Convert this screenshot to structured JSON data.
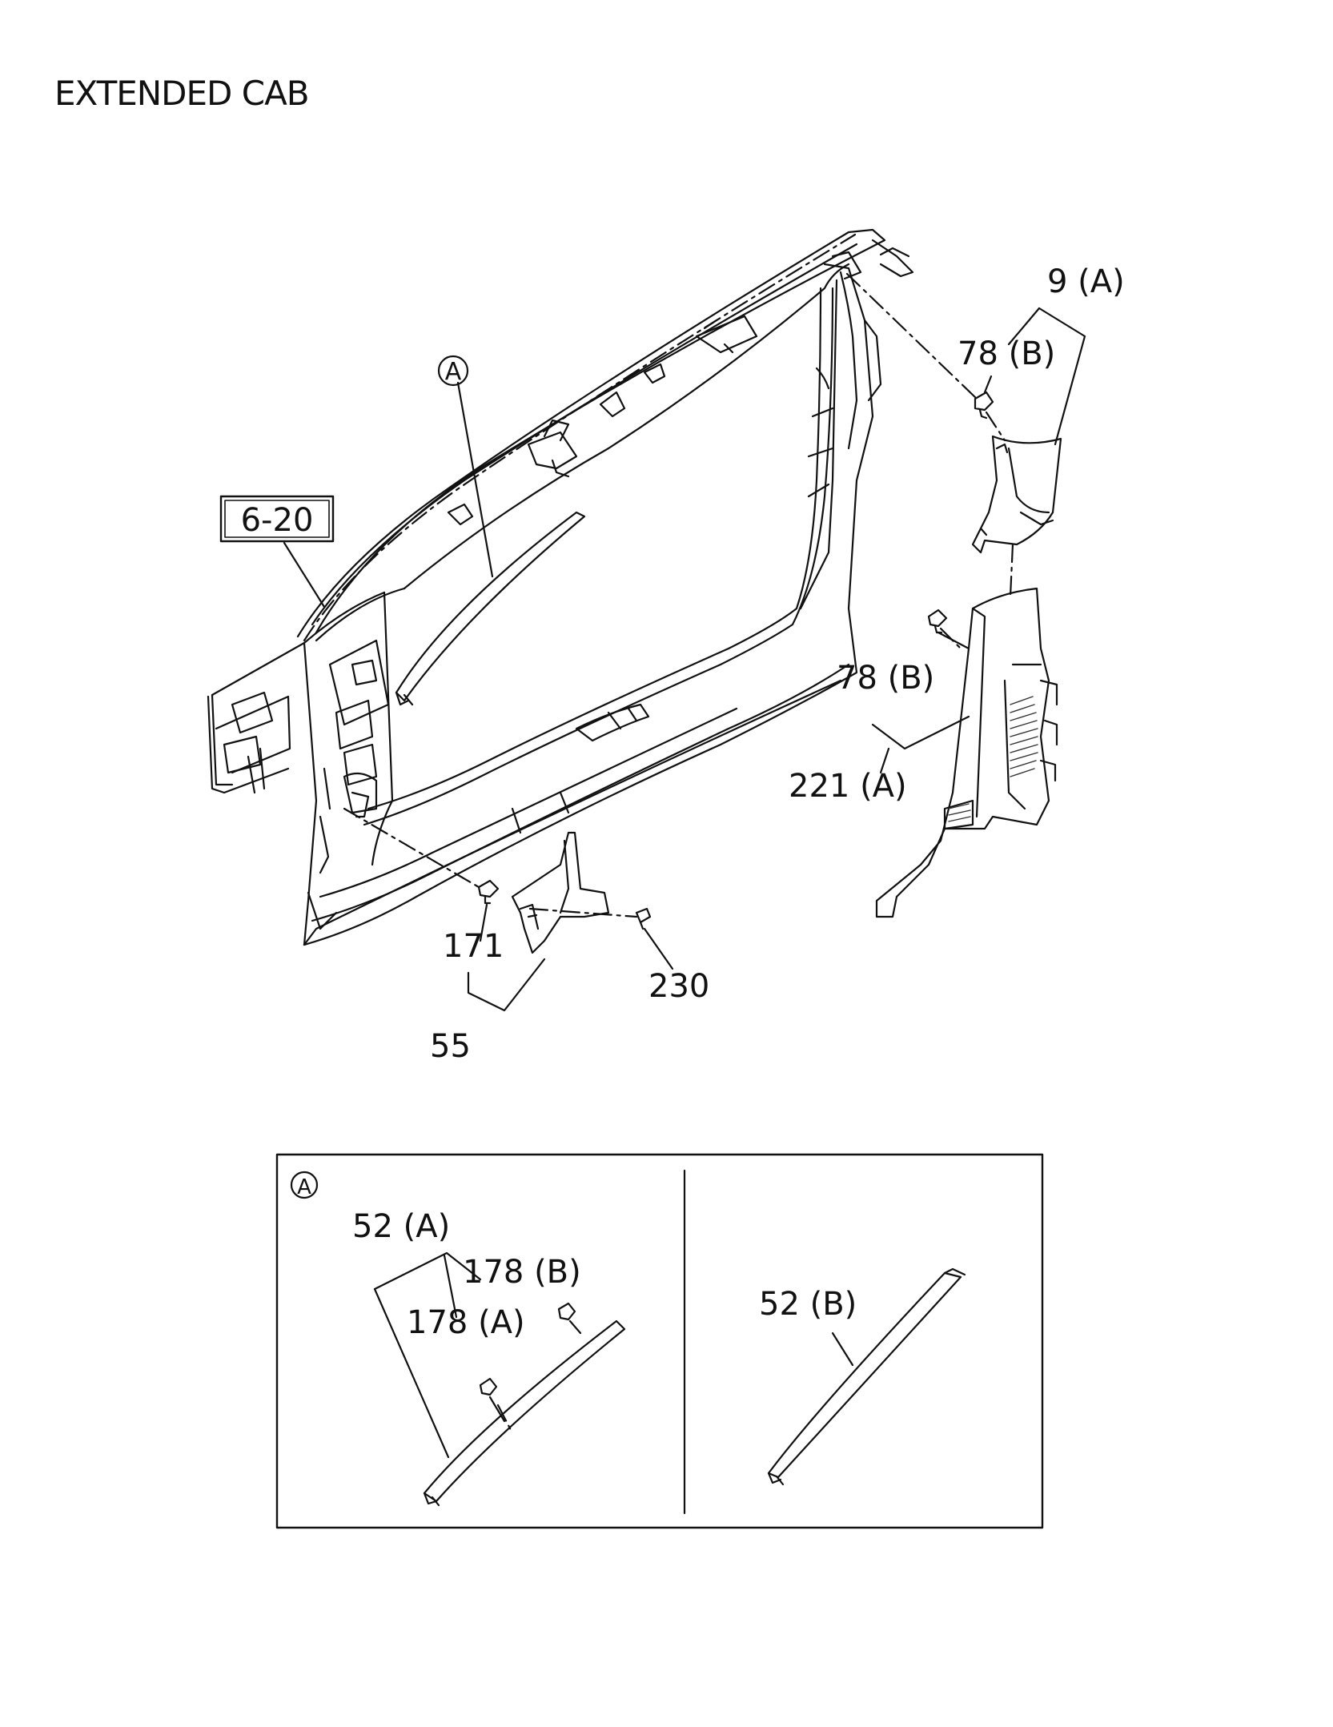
{
  "title": "EXTENDED CAB",
  "reference_box": "6-20",
  "detail_marker": "A",
  "callouts": {
    "c9a": "9 (A)",
    "c78b_top": "78 (B)",
    "c78b_mid": "78 (B)",
    "c221a": "221 (A)",
    "c171": "171",
    "c230": "230",
    "c55": "55"
  },
  "detail": {
    "marker": "A",
    "c52a": "52 (A)",
    "c178b": "178 (B)",
    "c178a": "178 (A)",
    "c52b": "52 (B)"
  },
  "colors": {
    "line": "#111111",
    "hatch": "#333333",
    "background": "#ffffff"
  }
}
